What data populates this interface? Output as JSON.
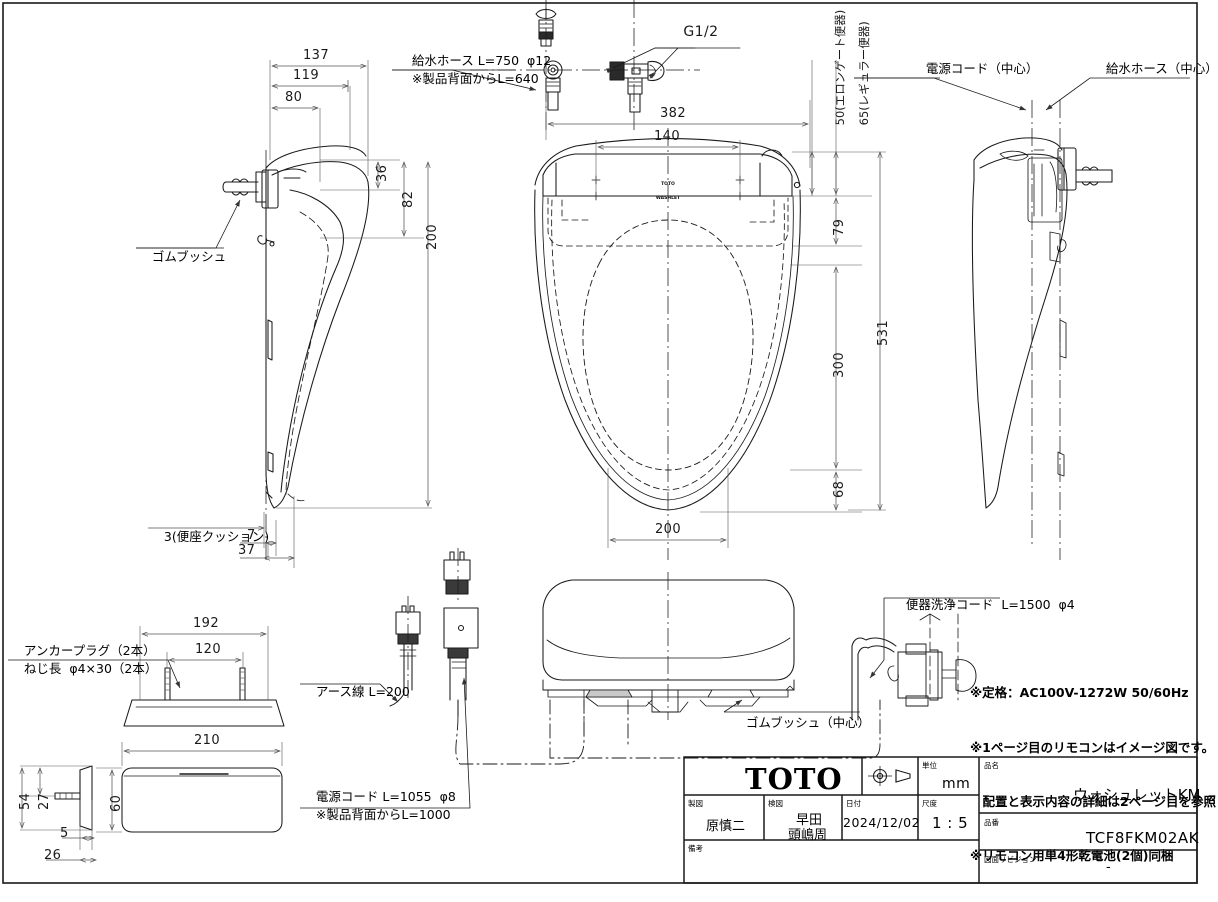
{
  "drawing": {
    "product_name": "ウォシュレットKM",
    "part_number": "TCF8FKM02AK",
    "scale": "1 : 5",
    "unit": "mm",
    "date": "2024/12/02",
    "drafter": "原慎二",
    "checker_line1": "早田",
    "checker_line2": "頭嶋周",
    "revision": "-",
    "remarks": "",
    "brand": "TOTO",
    "seat_logo_line1": "TOTO",
    "seat_logo_line2": "WASHLET"
  },
  "title_block": {
    "label_drafter": "製図",
    "label_checker": "検図",
    "label_date": "日付",
    "label_scale": "尺度",
    "label_unit": "単位",
    "label_product": "品名",
    "label_partno": "品番",
    "label_revision": "図面リビジョン",
    "label_remarks": "備考"
  },
  "annotations": {
    "supply_hose": "給水ホース L=750  φ12",
    "supply_hose_sub": "※製品背面からL=640",
    "g_thread": "G1/2",
    "power_cord_center": "電源コード（中心）",
    "supply_hose_center": "給水ホース（中心）",
    "rubber_bush": "ゴムブッシュ",
    "rubber_bush_center": "ゴムブッシュ（中心）",
    "anchor_plug_1": "アンカープラグ（2本）",
    "anchor_plug_2": "ねじ長  φ4×30（2本）",
    "earth_wire": "アース線 L=200",
    "power_cord_1": "電源コード L=1055  φ8",
    "power_cord_2": "※製品背面からL=1000",
    "flush_cord": "便器洗浄コード  L=1500  φ4",
    "seat_cushion": "3(便座クッション)",
    "elongated": "50(エロンゲート便器)",
    "regular": "65(レギュラー便器)"
  },
  "notes": [
    "※定格：AC100V-1272W 50/60Hz",
    "※1ページ目のリモコンはイメージ図です。",
    "　配置と表示内容の詳細は2ページ目を参照",
    "※リモコン用単4形乾電池(2個)同梱"
  ],
  "dimensions": {
    "side_view_left": [
      "137",
      "119",
      "80",
      "36",
      "82",
      "200",
      "7",
      "37"
    ],
    "top_view": [
      "382",
      "140",
      "79",
      "300",
      "68",
      "531",
      "200"
    ],
    "base_view": [
      "192",
      "120",
      "210",
      "60",
      "54",
      "27",
      "5",
      "26"
    ],
    "d137": "137",
    "d119": "119",
    "d80": "80",
    "d36": "36",
    "d82": "82",
    "d200v": "200",
    "d7": "7",
    "d37": "37",
    "d382": "382",
    "d140": "140",
    "d79": "79",
    "d300": "300",
    "d68": "68",
    "d531": "531",
    "d200w": "200",
    "d192": "192",
    "d120": "120",
    "d210": "210",
    "d60": "60",
    "d54": "54",
    "d27": "27",
    "d5": "5",
    "d26": "26"
  },
  "colors": {
    "line": "#1a1a1a",
    "dim": "#555555",
    "bg": "#ffffff"
  }
}
